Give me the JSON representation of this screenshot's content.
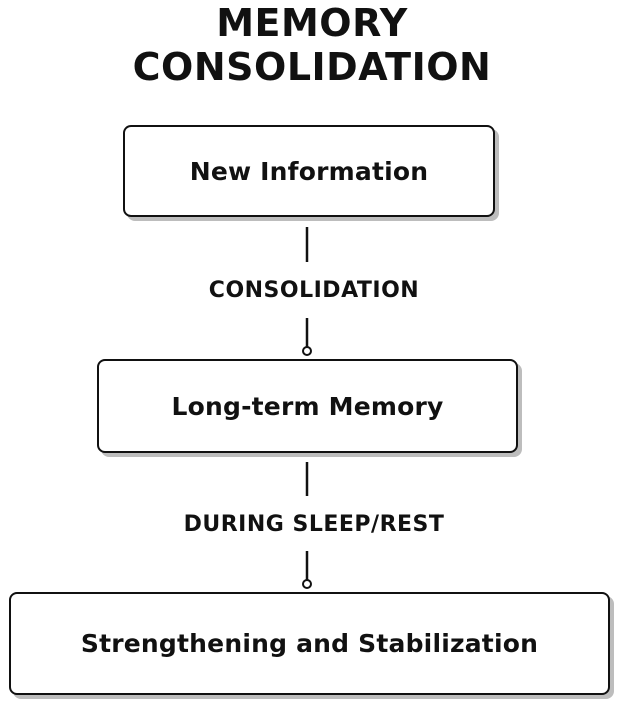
{
  "title": {
    "line1": "MEMORY",
    "line2": "CONSOLIDATION"
  },
  "nodes": [
    {
      "label": "New Information"
    },
    {
      "label": "Long-term Memory"
    },
    {
      "label": "Strengthening and Stabilization"
    }
  ],
  "edges": [
    {
      "from": 0,
      "to": 1,
      "label": "CONSOLIDATION"
    },
    {
      "from": 1,
      "to": 2,
      "label": "DURING SLEEP/REST"
    }
  ],
  "colors": {
    "stroke": "#111111",
    "shadow": "#bdbdbd",
    "background": "#ffffff"
  }
}
